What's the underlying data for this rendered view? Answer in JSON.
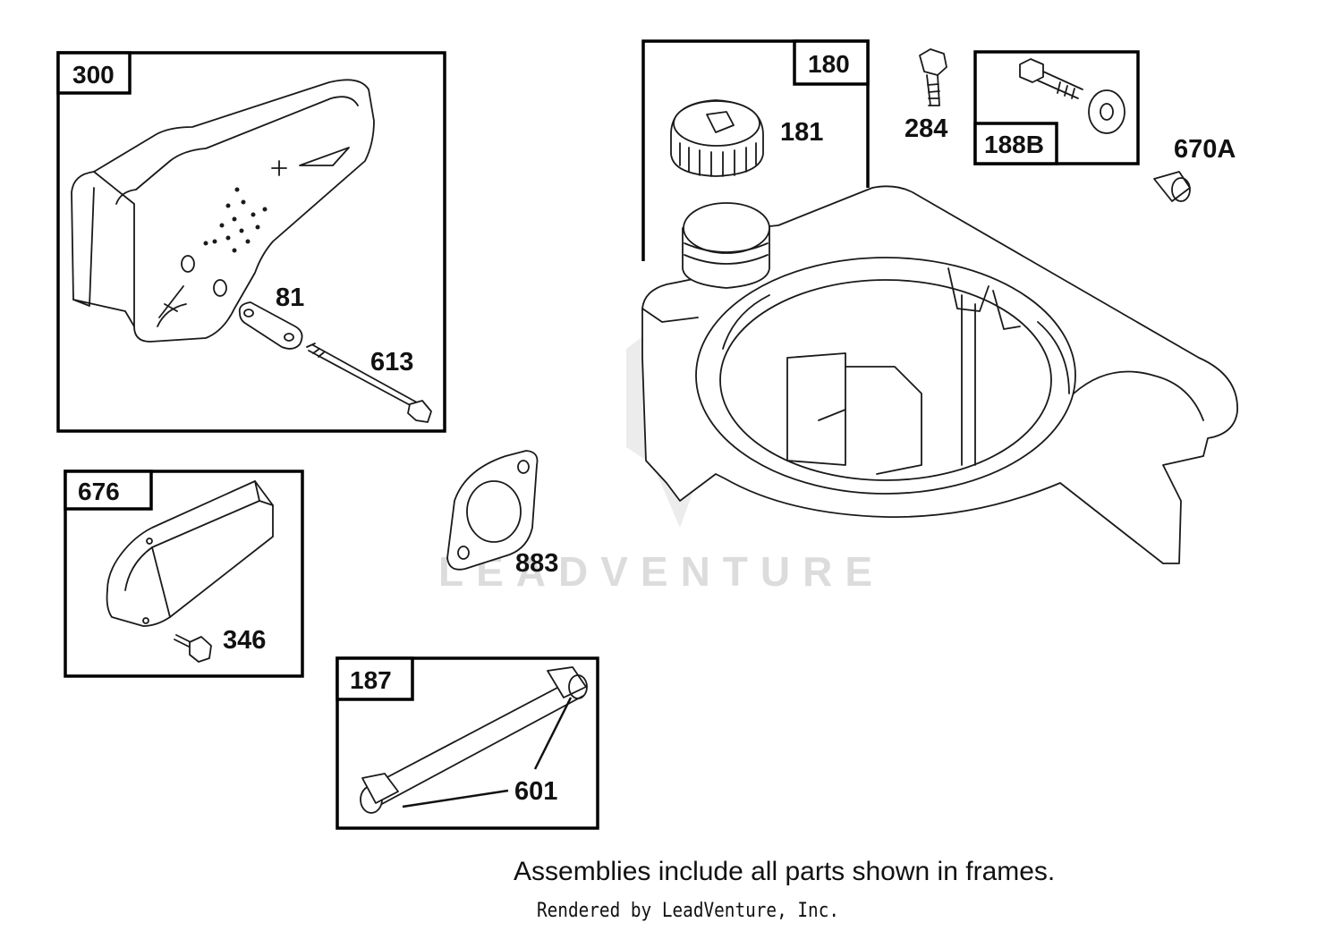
{
  "diagram": {
    "frames": [
      {
        "id": "300"
      },
      {
        "id": "676"
      },
      {
        "id": "187"
      },
      {
        "id": "180"
      },
      {
        "id": "188B"
      }
    ],
    "callouts": {
      "c81": "81",
      "c613": "613",
      "c346": "346",
      "c883": "883",
      "c601": "601",
      "c181": "181",
      "c284": "284",
      "c670A": "670A"
    },
    "watermark": "LEADVENTURE",
    "caption": "Assemblies include all parts shown in frames.",
    "credit": "Rendered by LeadVenture, Inc."
  }
}
